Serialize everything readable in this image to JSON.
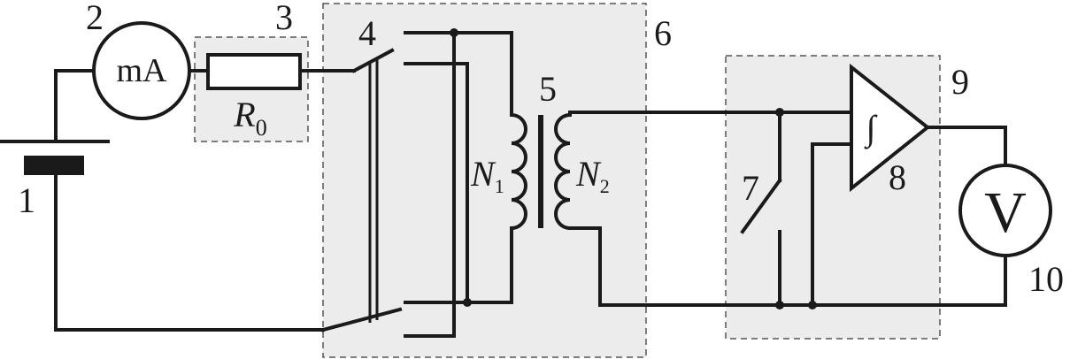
{
  "labels": {
    "n1": "1",
    "n2": "2",
    "n3": "3",
    "n4": "4",
    "n5": "5",
    "n6": "6",
    "n7": "7",
    "n8": "8",
    "n9": "9",
    "n10": "10"
  },
  "meter_ma": "mA",
  "meter_v": "V",
  "resistor": {
    "symbol": "R",
    "subscript": "0"
  },
  "coil_primary": {
    "symbol": "N",
    "subscript": "1"
  },
  "coil_secondary": {
    "symbol": "N",
    "subscript": "2"
  },
  "integrator_symbol": "∫"
}
